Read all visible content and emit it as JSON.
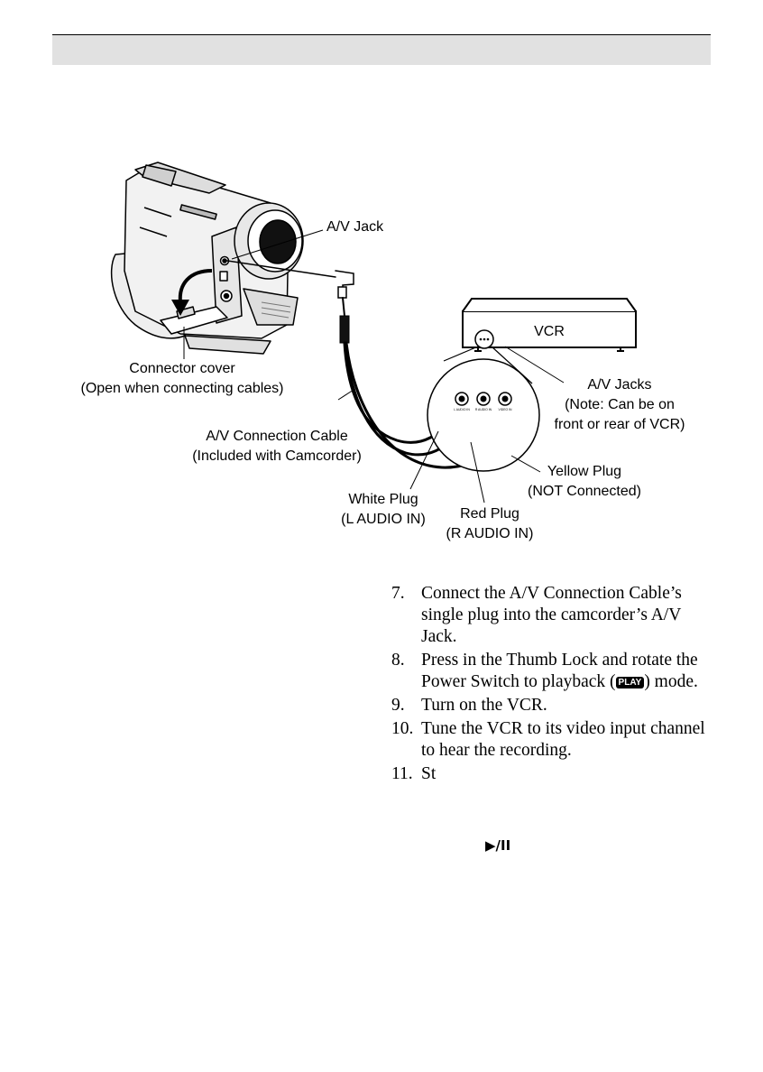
{
  "header": {
    "title": ""
  },
  "diagram": {
    "labels": {
      "av_jack": "A/V Jack",
      "vcr": "VCR",
      "connector_cover_1": "Connector cover",
      "connector_cover_2": "(Open when connecting cables)",
      "av_jacks_1": "A/V Jacks",
      "av_jacks_2": "(Note: Can be on",
      "av_jacks_3": "front or rear of VCR)",
      "cable_1": "A/V Connection Cable",
      "cable_2": "(Included with Camcorder)",
      "yellow_1": "Yellow Plug",
      "yellow_2": "(NOT Connected)",
      "white_1": "White Plug",
      "white_2": "(L AUDIO IN)",
      "red_1": "Red Plug",
      "red_2": "(R AUDIO IN)",
      "jack_l": "L AUDIO IN",
      "jack_r": "R AUDIO IN",
      "jack_v": "VIDEO IN"
    }
  },
  "steps": [
    {
      "num": "7.",
      "text": "Connect the A/V Connection Cable’s single plug into the camcorder’s A/V Jack."
    },
    {
      "num": "8.",
      "before": "Press in the Thumb Lock and rotate the Power Switch to playback (",
      "badge": "PLAY",
      "after": ") mode."
    },
    {
      "num": "9.",
      "text": "Turn on the VCR."
    },
    {
      "num": "10.",
      "text": "Tune the VCR to its video input channel to hear the recording."
    },
    {
      "num": "11.",
      "text": "St"
    }
  ],
  "play_pause_symbol": "▶/II"
}
